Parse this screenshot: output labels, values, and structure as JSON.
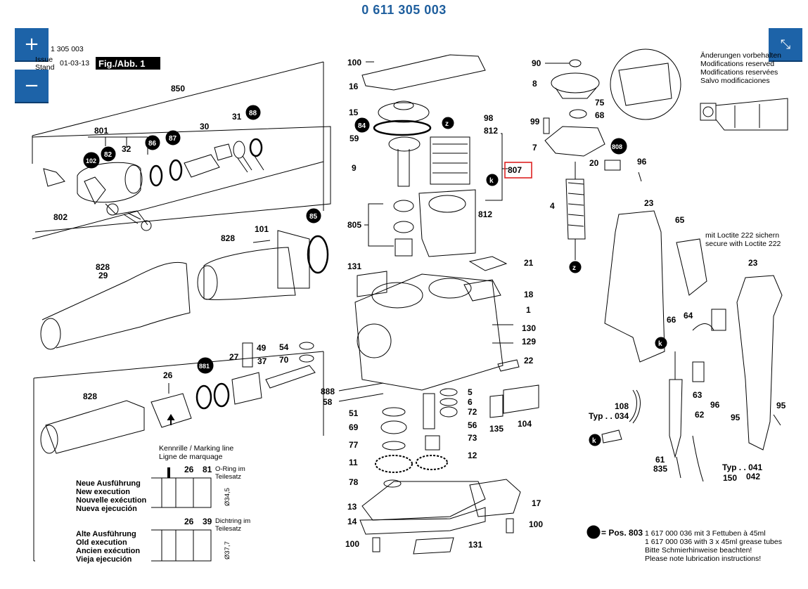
{
  "header": {
    "title": "0 611 305 003"
  },
  "controls": {
    "zoom_in": "+",
    "zoom_out": "−",
    "fullscreen": "⤡"
  },
  "meta": {
    "part_no": "1 305 003",
    "issue_label": "Issue",
    "stand_label": "Stand",
    "date": "01-03-13",
    "fig_label": "Fig./Abb. 1"
  },
  "notices": {
    "changes": [
      "Änderungen vorbehalten",
      "Modifications reserved",
      "Modifications reservées",
      "Salvo modificaciones"
    ],
    "loctite": [
      "mit Loctite 222 sichern",
      "secure with Loctite 222"
    ],
    "marking": [
      "Kennrille / Marking line",
      "Ligne de marquage"
    ],
    "new_exec": [
      "Neue Ausführung",
      "New execution",
      "Nouvelle exécution",
      "Nueva ejecución"
    ],
    "old_exec": [
      "Alte Ausführung",
      "Old execution",
      "Ancien exécution",
      "Vieja ejecución"
    ],
    "oring": [
      "O-Ring im",
      "Teilesatz"
    ],
    "dichtring": [
      "Dichtring im",
      "Teilesatz"
    ],
    "dim_new": "Ø34,5",
    "dim_old": "Ø37,7",
    "typ1": "Typ . . 034",
    "typ2": "Typ . . 041",
    "typ2b": "042",
    "grease_pos": "= Pos. 803",
    "grease": [
      "1 617 000 036 mit 3 Fettuben à 45ml",
      "1 617 000 036 with 3 x 45ml grease tubes",
      "Bitte Schmierhinweise beachten!",
      "Please note lubrication instructions!"
    ]
  },
  "parts": {
    "p850": "850",
    "p801": "801",
    "p30": "30",
    "p31": "31",
    "p88": "88",
    "p102": "102",
    "p82": "82",
    "p32": "32",
    "p86": "86",
    "p87": "87",
    "p802": "802",
    "p85": "85",
    "p101": "101",
    "p828a": "828",
    "p828b": "828",
    "p29": "29",
    "p26a": "26",
    "p881": "881",
    "p27": "27",
    "p49": "49",
    "p54": "54",
    "p70": "70",
    "p37": "37",
    "p828c": "828",
    "p100a": "100",
    "p16": "16",
    "p15": "15",
    "p84": "84",
    "p59": "59",
    "p9": "9",
    "p805": "805",
    "p131a": "131",
    "pz": "z",
    "pk": "k",
    "p98": "98",
    "p812a": "812",
    "p807": "807",
    "p812b": "812",
    "p21": "21",
    "p18": "18",
    "p1": "1",
    "p130": "130",
    "p129": "129",
    "p22": "22",
    "p888": "888",
    "p58": "58",
    "p5": "5",
    "p6": "6",
    "p72": "72",
    "p51": "51",
    "p69": "69",
    "p56": "56",
    "p73": "73",
    "p77": "77",
    "p11": "11",
    "p12": "12",
    "p78": "78",
    "p135": "135",
    "p104": "104",
    "p13": "13",
    "p17": "17",
    "p14": "14",
    "p100b": "100",
    "p100c": "100",
    "p131b": "131",
    "p90": "90",
    "p8": "8",
    "p75": "75",
    "p99": "99",
    "p68": "68",
    "p7": "7",
    "p808": "808",
    "p20": "20",
    "p96a": "96",
    "p4": "4",
    "p23a": "23",
    "p65": "65",
    "p23b": "23",
    "p66": "66",
    "p64": "64",
    "p63": "63",
    "p96b": "96",
    "p95a": "95",
    "p95b": "95",
    "p108": "108",
    "p62": "62",
    "p61": "61",
    "p835": "835",
    "p150": "150",
    "p26b": "26",
    "p81": "81",
    "p26c": "26",
    "p39": "39"
  }
}
